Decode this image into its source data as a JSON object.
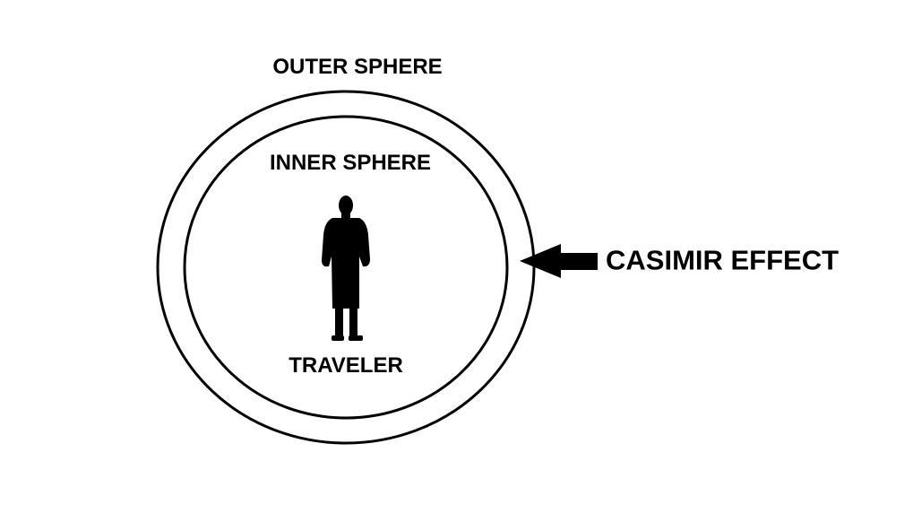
{
  "labels": {
    "outer_sphere": "OUTER SPHERE",
    "inner_sphere": "INNER SPHERE",
    "traveler": "TRAVELER",
    "casimir_effect": "CASIMIR EFFECT"
  },
  "icons": {
    "traveler": "person-silhouette-icon",
    "arrow": "left-arrow-icon"
  },
  "colors": {
    "ink": "#000000",
    "background": "#ffffff"
  }
}
